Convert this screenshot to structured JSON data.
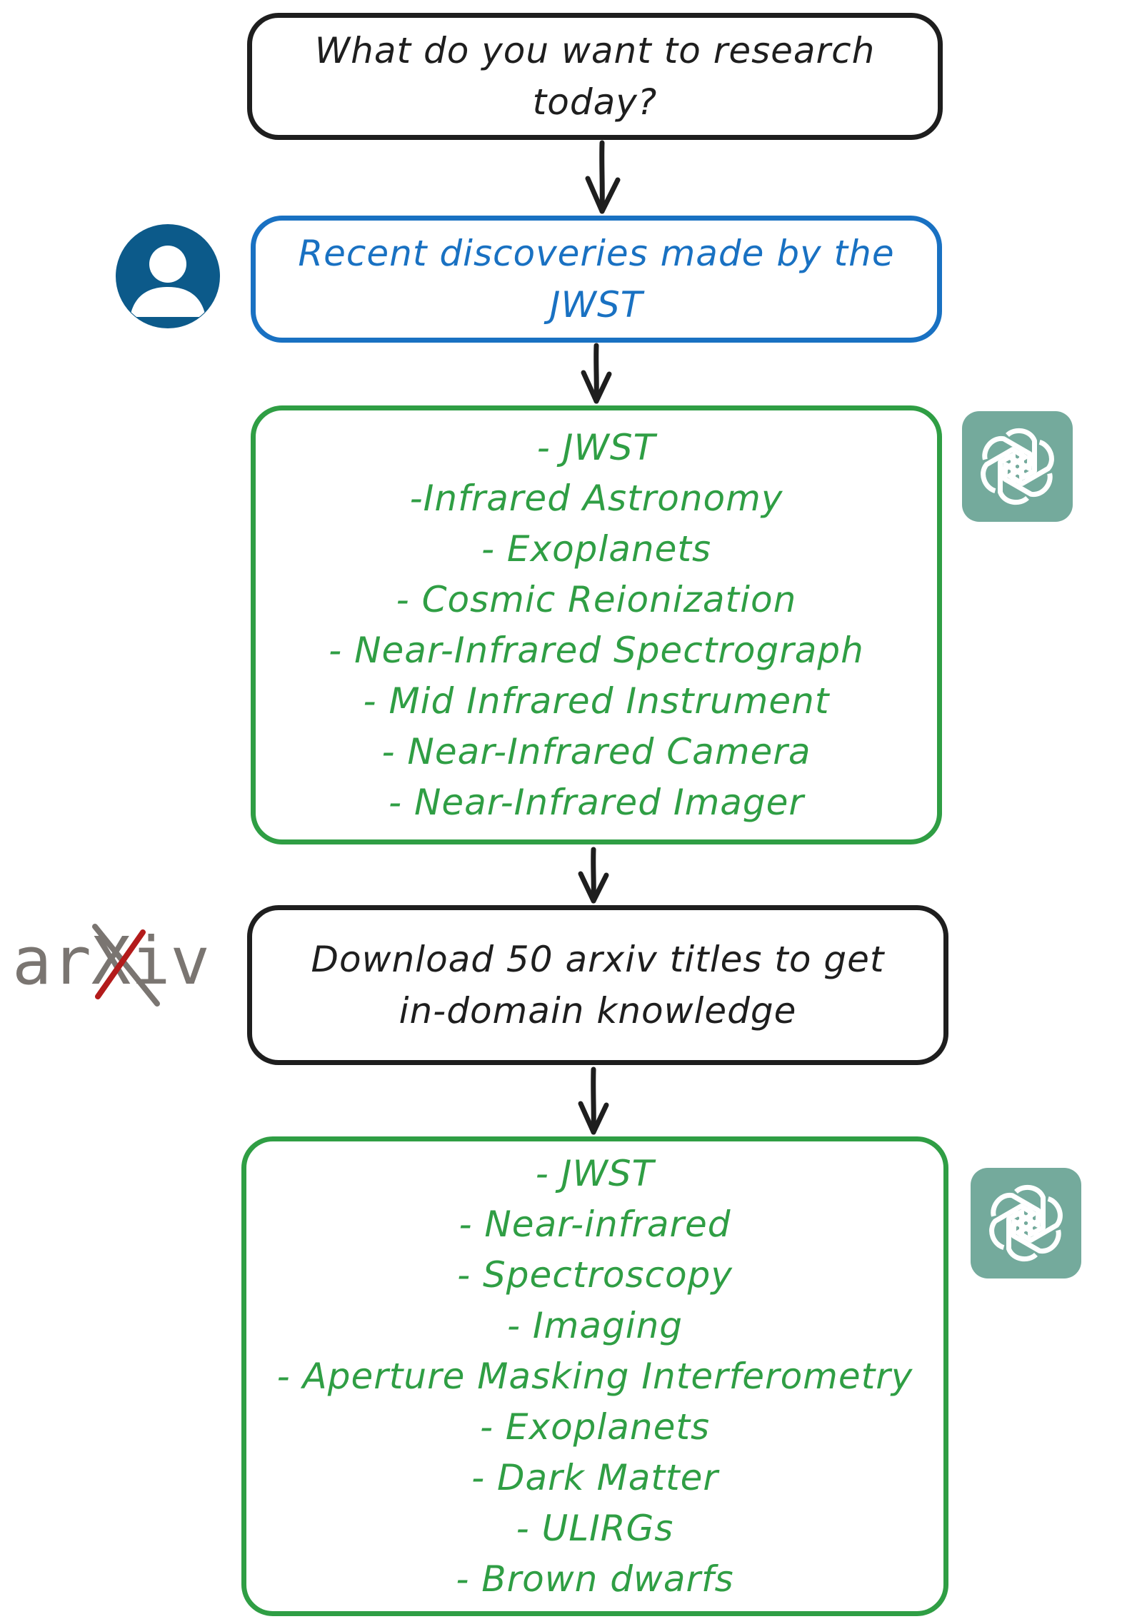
{
  "diagram": {
    "prompt_box": {
      "lines": [
        "What do you want to research",
        "today?"
      ]
    },
    "user_query_box": {
      "lines": [
        "Recent discoveries made by the",
        "JWST"
      ]
    },
    "topics_box_1": {
      "lines": [
        "- JWST",
        "-Infrared Astronomy",
        "- Exoplanets",
        "- Cosmic Reionization",
        "- Near-Infrared Spectrograph",
        "- Mid Infrared Instrument",
        "- Near-Infrared Camera",
        "- Near-Infrared Imager"
      ]
    },
    "download_box": {
      "lines": [
        "Download 50 arxiv titles to get",
        "in-domain knowledge"
      ]
    },
    "topics_box_2": {
      "lines": [
        "- JWST",
        "- Near-infrared",
        "- Spectroscopy",
        "- Imaging",
        "- Aperture Masking Interferometry",
        "- Exoplanets",
        "- Dark Matter",
        "- ULIRGs",
        "- Brown dwarfs"
      ]
    }
  },
  "logos": {
    "arxiv_text": "arXiv"
  },
  "icons": {
    "user": "user-avatar-icon",
    "openai": "openai-logo-icon",
    "arxiv": "arxiv-logo-icon",
    "arrow": "arrow-down-icon"
  },
  "colors": {
    "black": "#1e1e1e",
    "blue": "#1971c2",
    "green": "#2f9e44",
    "avatar": "#0c5a8a",
    "openai_tile": "#74aa9c",
    "arxiv_gray": "#7a7571",
    "arxiv_red": "#b31b1b"
  }
}
